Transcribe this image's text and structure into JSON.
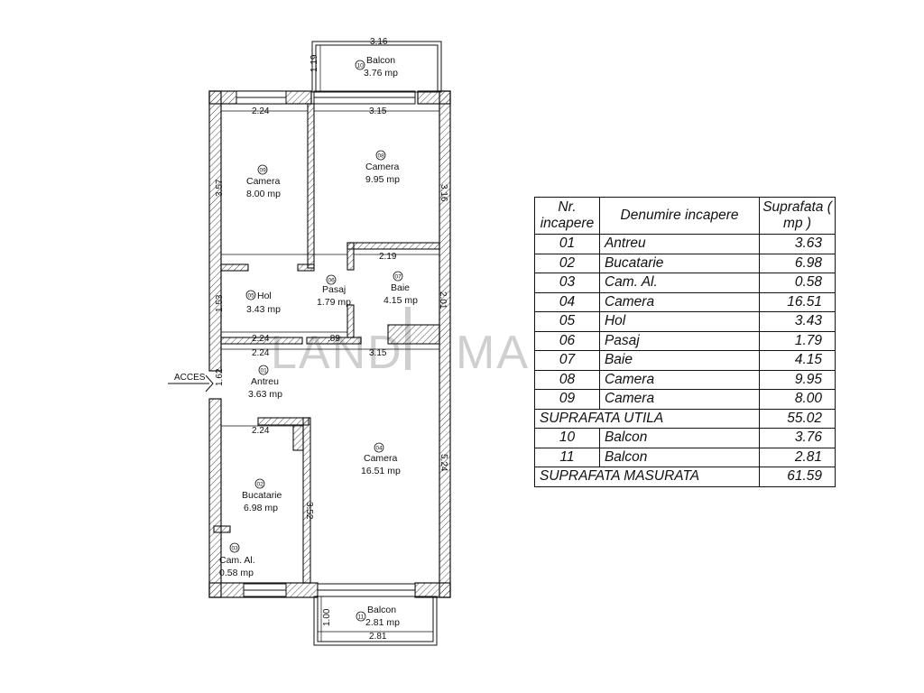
{
  "plan": {
    "access_label": "ACCES",
    "watermark": "LAND MARK",
    "rooms": [
      {
        "nr": "01",
        "name": "Antreu",
        "area": "3.63 mp"
      },
      {
        "nr": "02",
        "name": "Bucatarie",
        "area": "6.98 mp"
      },
      {
        "nr": "03",
        "name": "Cam. Al.",
        "area": "0.58 mp"
      },
      {
        "nr": "04",
        "name": "Camera",
        "area": "16.51 mp"
      },
      {
        "nr": "05",
        "name": "Hol",
        "area": "3.43 mp"
      },
      {
        "nr": "06",
        "name": "Pasaj",
        "area": "1.79 mp"
      },
      {
        "nr": "07",
        "name": "Baie",
        "area": "4.15 mp"
      },
      {
        "nr": "08",
        "name": "Camera",
        "area": "9.95 mp"
      },
      {
        "nr": "09",
        "name": "Camera",
        "area": "8.00 mp"
      },
      {
        "nr": "10",
        "name": "Balcon",
        "area": "3.76 mp"
      },
      {
        "nr": "11",
        "name": "Balcon",
        "area": "2.81 mp"
      }
    ],
    "dimensions": {
      "balcony_top_width": "3.16",
      "balcony_top_depth": "1.19",
      "room09_width": "2.24",
      "room08_width": "3.15",
      "room09_height": "3.57",
      "room08_height": "3.16",
      "bath_width": "2.19",
      "bath_height": "2.01",
      "hall_height": "1.53",
      "hall_width": "2.24",
      "pasaj_width": ".89",
      "antreu_width": "2.24",
      "camera04_width": "3.15",
      "antreu_height": "1.62",
      "kitchen_width": "2.24",
      "camera04_height": "5.24",
      "kitchen_height": "3.52",
      "balcony_bottom_depth": "1.00",
      "balcony_bottom_width": "2.81"
    }
  },
  "table": {
    "headers": {
      "nr": "Nr. incapere",
      "name": "Denumire incapere",
      "area": "Suprafata ( mp )"
    },
    "rows": [
      {
        "nr": "01",
        "name": "Antreu",
        "area": "3.63"
      },
      {
        "nr": "02",
        "name": "Bucatarie",
        "area": "6.98"
      },
      {
        "nr": "03",
        "name": "Cam. Al.",
        "area": "0.58"
      },
      {
        "nr": "04",
        "name": "Camera",
        "area": "16.51"
      },
      {
        "nr": "05",
        "name": "Hol",
        "area": "3.43"
      },
      {
        "nr": "06",
        "name": "Pasaj",
        "area": "1.79"
      },
      {
        "nr": "07",
        "name": "Baie",
        "area": "4.15"
      },
      {
        "nr": "08",
        "name": "Camera",
        "area": "9.95"
      },
      {
        "nr": "09",
        "name": "Camera",
        "area": "8.00"
      }
    ],
    "subtotal": {
      "label": "SUPRAFATA UTILA",
      "area": "55.02"
    },
    "balcony_rows": [
      {
        "nr": "10",
        "name": "Balcon",
        "area": "3.76"
      },
      {
        "nr": "11",
        "name": "Balcon",
        "area": "2.81"
      }
    ],
    "total": {
      "label": "SUPRAFATA MASURATA",
      "area": "61.59"
    }
  }
}
